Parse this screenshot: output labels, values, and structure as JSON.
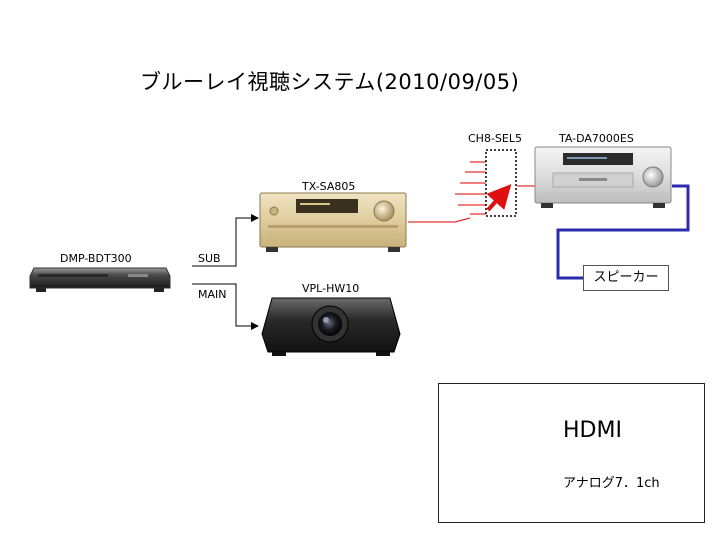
{
  "title": "ブルーレイ視聴システム(2010/09/05)",
  "devices": {
    "player": "DMP-BDT300",
    "amp": "TX-SA805",
    "projector": "VPL-HW10",
    "selector": "CH8-SEL5",
    "power_amp": "TA-DA7000ES"
  },
  "connections": {
    "sub": "SUB",
    "main": "MAIN"
  },
  "speaker": "スピーカー",
  "legend": {
    "hdmi": "HDMI",
    "analog": "アナログ7．1ch"
  },
  "colors": {
    "hdmi": "#000000",
    "analog": "#dd0000",
    "speaker_cable": "#2b2bb0",
    "amp_gold": "#e8d8b0",
    "power_amp_silver": "#e6e6e6",
    "selector_arrow": "#e01010"
  }
}
